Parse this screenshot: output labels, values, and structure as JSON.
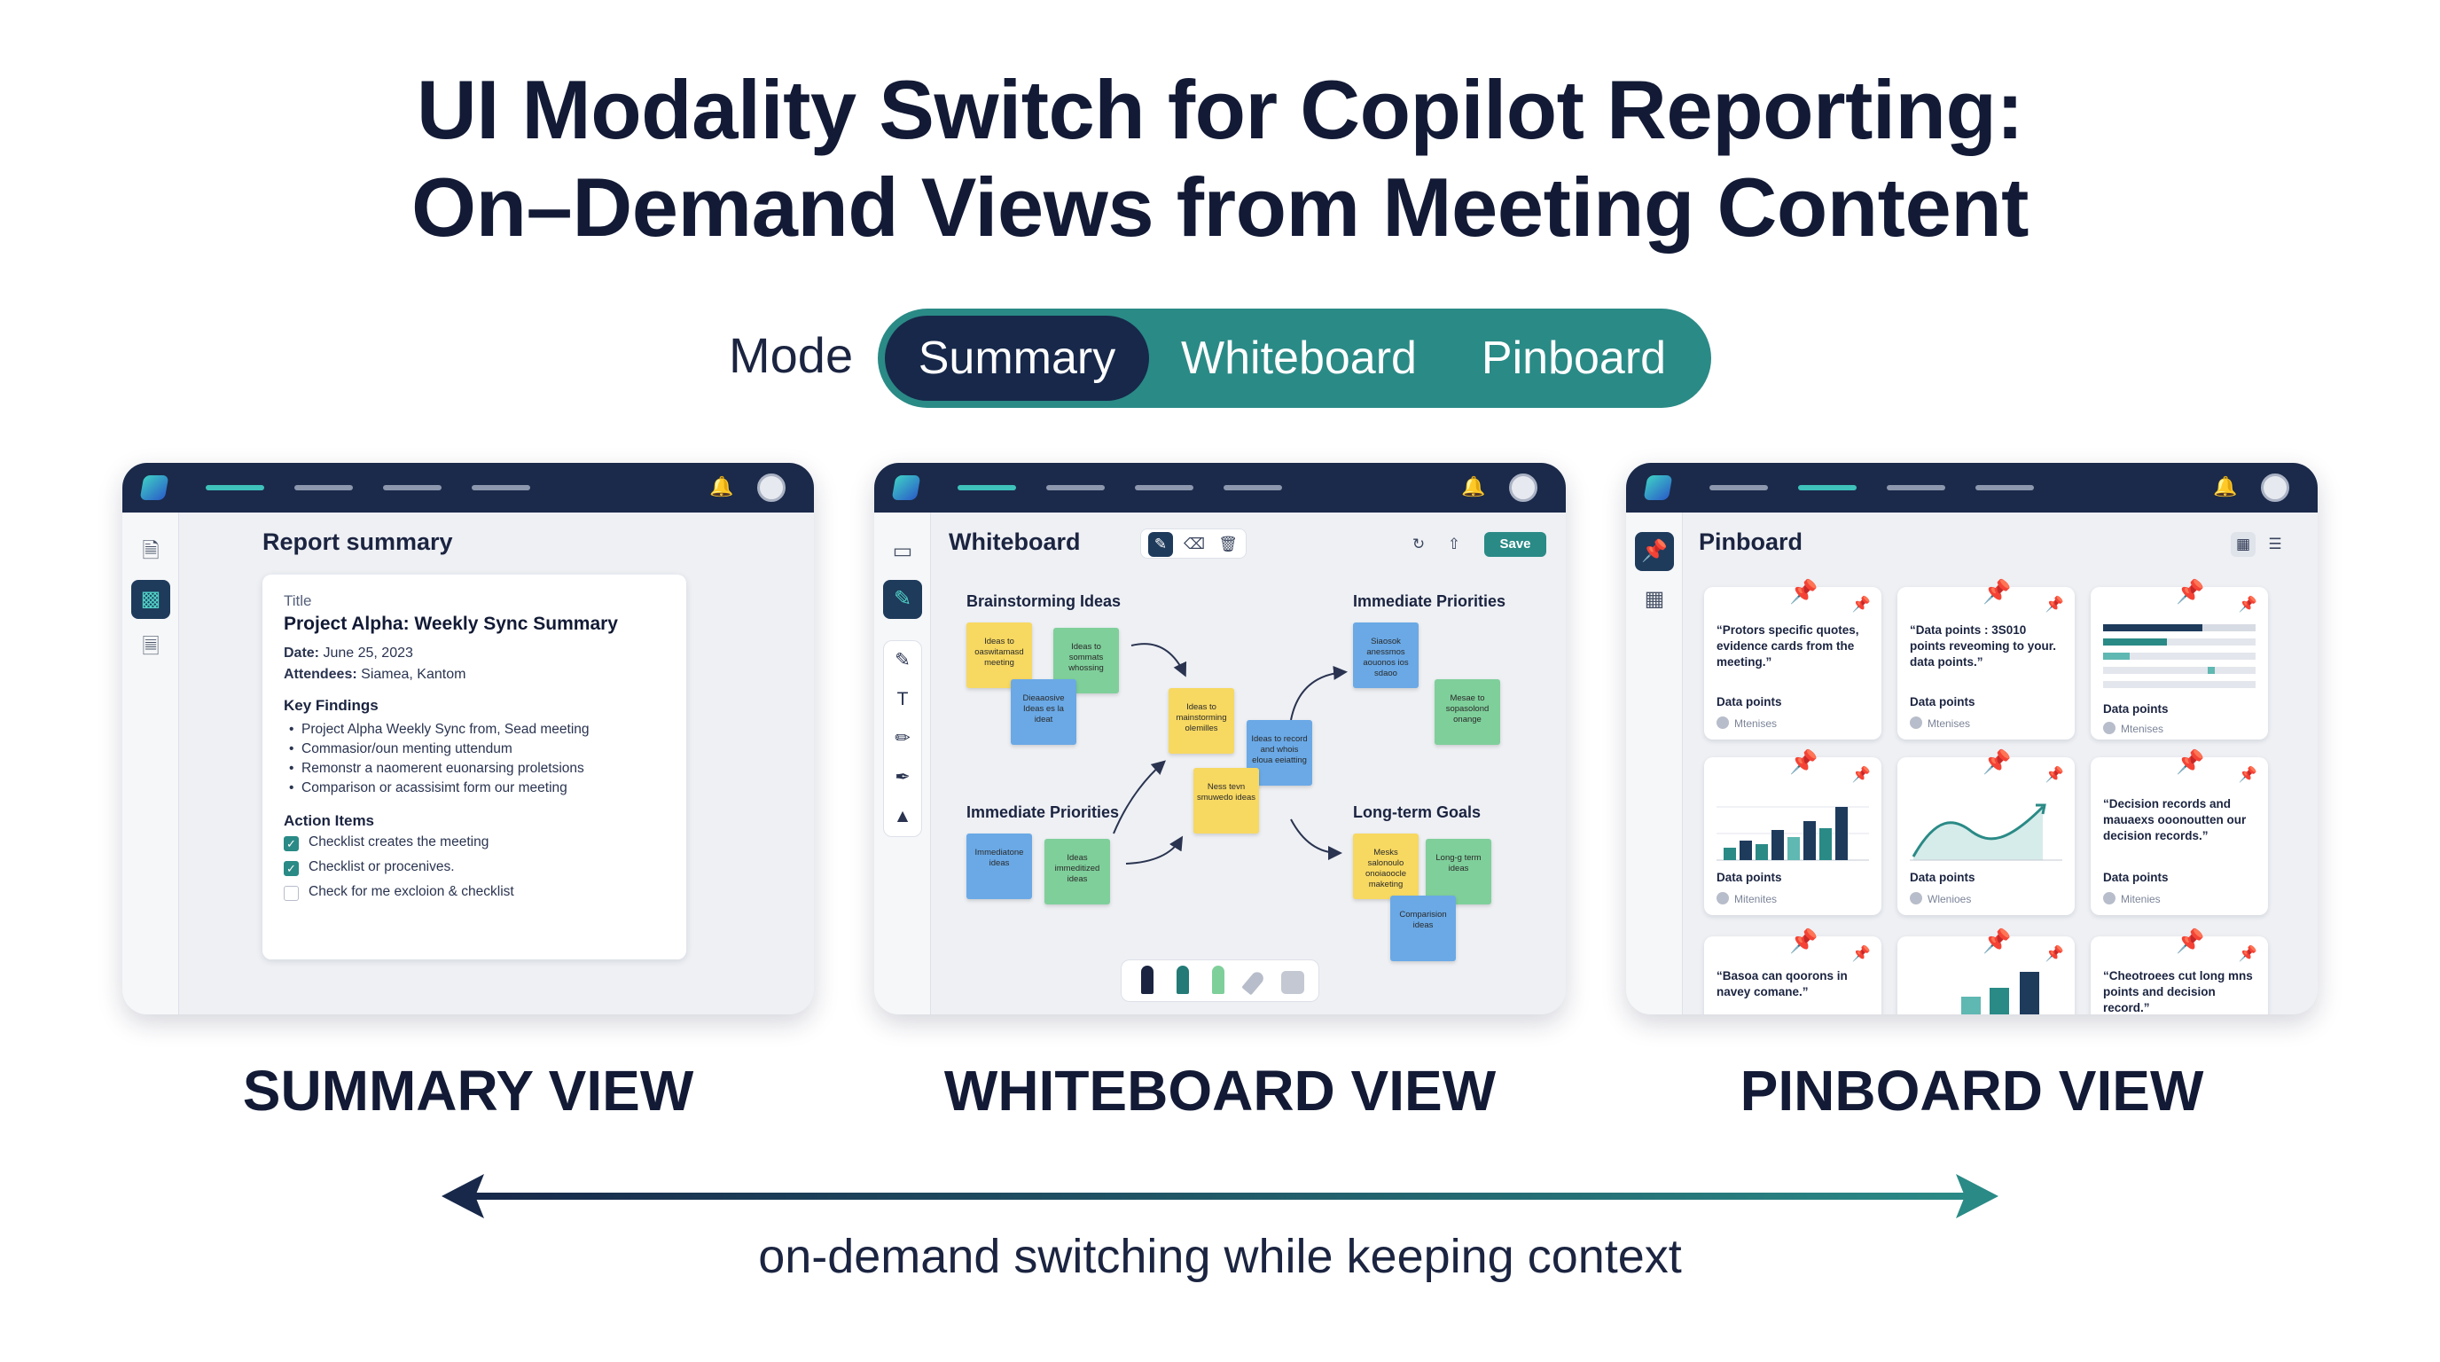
{
  "title": {
    "line1": "UI Modality Switch for Copilot Reporting:",
    "line2": "On–Demand Views from Meeting Content"
  },
  "mode_switch": {
    "label": "Mode",
    "options": [
      "Summary",
      "Whiteboard",
      "Pinboard"
    ],
    "selected": "Summary",
    "colors": {
      "track": "#2a8a86",
      "active": "#17284a"
    }
  },
  "summary_view": {
    "caption": "SUMMARY VIEW",
    "header": "Report summary",
    "doc": {
      "title_label": "Title",
      "title": "Project Alpha: Weekly Sync Summary",
      "date_label": "Date:",
      "date": "June 25, 2023",
      "attendees_label": "Attendees:",
      "attendees": "Siamea, Kantom",
      "key_findings_heading": "Key Findings",
      "key_findings": [
        "Project Alpha Weekly Sync from, Sead meeting",
        "Commasior/oun menting uttendum",
        "Remonstr a naomerent euonarsing proletsions",
        "Comparison or acassisimt form our meeting"
      ],
      "action_items_heading": "Action Items",
      "action_items": [
        {
          "text": "Checklist creates the meeting",
          "checked": true
        },
        {
          "text": "Checklist or procenives.",
          "checked": true
        },
        {
          "text": "Check for me excloion & checklist",
          "checked": false
        }
      ]
    }
  },
  "whiteboard_view": {
    "caption": "WHITEBOARD VIEW",
    "header": "Whiteboard",
    "save_label": "Save",
    "sections": {
      "brainstorming": "Brainstorming Ideas",
      "immediate_top": "Immediate Priorities",
      "immediate_bottom": "Immediate Priorities",
      "long_term": "Long-term Goals"
    },
    "notes": {
      "n1": "Ideas to oaswitamasd meeting",
      "n2": "Ideas to sommats whossing",
      "n3": "Dieaaosive Ideas es la ideat",
      "n4": "Ideas to mainstorming olemilles",
      "n5": "Ideas to record and whois eloua eeiatting",
      "n6": "Ness tevn smuwedo ideas",
      "n7": "Siaosok anessmos aouonos ios sdaoo",
      "n8": "Mesae to sopasolond onange",
      "n9": "Immediatone ideas",
      "n10": "Ideas immeditized ideas",
      "n11": "Mesks salonoulo onoiaoocle maketing",
      "n12": "Long-g term ideas",
      "n13": "Comparision ideas"
    }
  },
  "pinboard_view": {
    "caption": "PINBOARD VIEW",
    "header": "Pinboard",
    "cards": [
      {
        "quote": "“Protors specific quotes, evidence cards from the meeting.”",
        "label": "Data points",
        "meta": "Mtenises"
      },
      {
        "quote": "“Data points : 3S010 points reveoming to your. data points.”",
        "label": "Data points",
        "meta": "Mtenises"
      },
      {
        "quote": "",
        "label": "Data points",
        "meta": "Mtenises"
      },
      {
        "quote": "",
        "label": "Data points",
        "meta": "Mitenites"
      },
      {
        "quote": "",
        "label": "Data points",
        "meta": "Wlenioes"
      },
      {
        "quote": "“Decision records and mauaexs ooonoutten our decision records.”",
        "label": "Data points",
        "meta": "Mitenies"
      },
      {
        "quote": "“Basoa can qoorons in navey comane.”",
        "label": "",
        "meta": ""
      },
      {
        "quote": "",
        "label": "",
        "meta": ""
      },
      {
        "quote": "“Cheotroees cut long mns points and decision record.”",
        "label": "",
        "meta": ""
      }
    ]
  },
  "footer": {
    "caption": "on-demand switching while keeping context"
  }
}
